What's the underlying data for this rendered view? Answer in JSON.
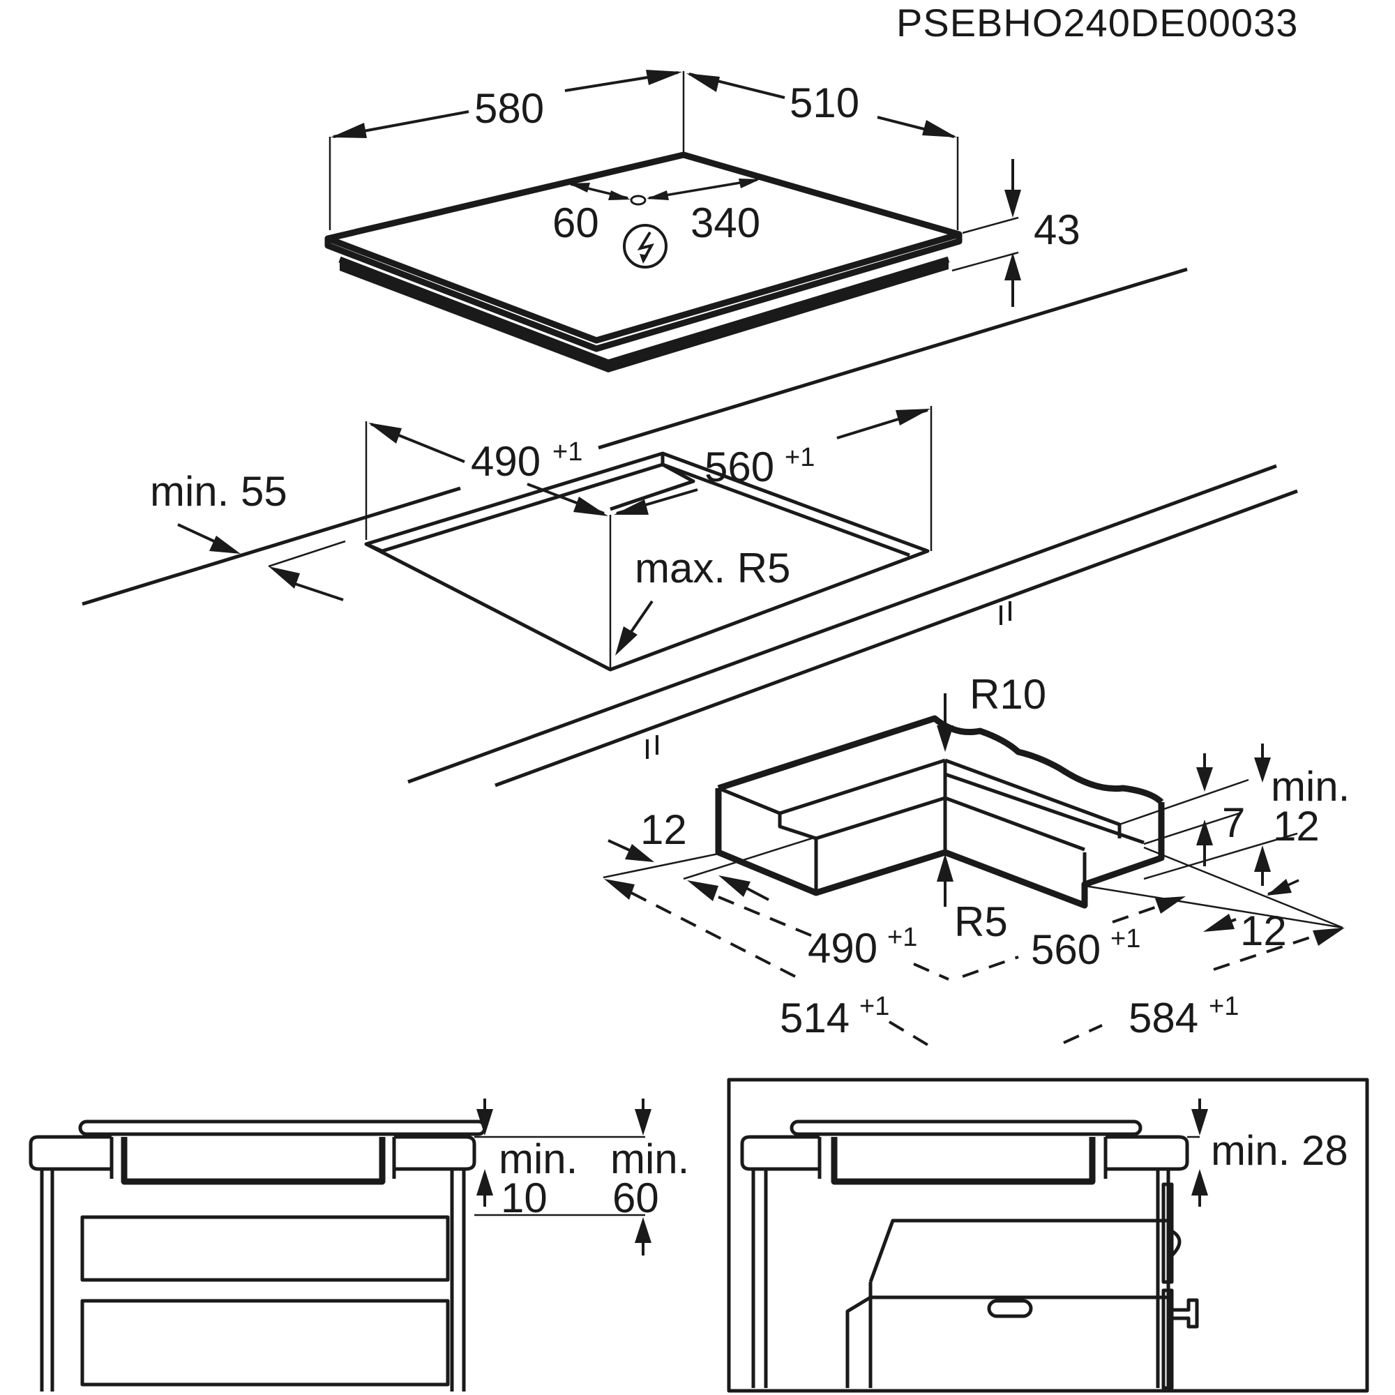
{
  "document": {
    "code": "PSEBHO240DE00033"
  },
  "hob": {
    "width": "580",
    "depth": "510",
    "height": "43",
    "connection_left": "60",
    "connection_right": "340"
  },
  "cutout": {
    "depth": "490",
    "depth_tol": "+1",
    "width": "560",
    "width_tol": "+1",
    "front_margin": "min. 55",
    "corner_radius": "max. R5"
  },
  "frame_cutout": {
    "top_radius": "R10",
    "inner_radius": "R5",
    "side_margin": "12",
    "step_label": "min.",
    "step_value": "12",
    "depth_7": "7",
    "right_margin": "12",
    "inner_depth": "490",
    "inner_depth_tol": "+1",
    "inner_width": "560",
    "inner_width_tol": "+1",
    "outer_depth": "514",
    "outer_depth_tol": "+1",
    "outer_width": "584",
    "outer_width_tol": "+1"
  },
  "section_left": {
    "gap1_label": "min.",
    "gap1_value": "10",
    "gap2_label": "min.",
    "gap2_value": "60"
  },
  "section_right": {
    "gap_label": "min. 28"
  },
  "icons": {
    "electric": "lightning-bolt-icon"
  }
}
